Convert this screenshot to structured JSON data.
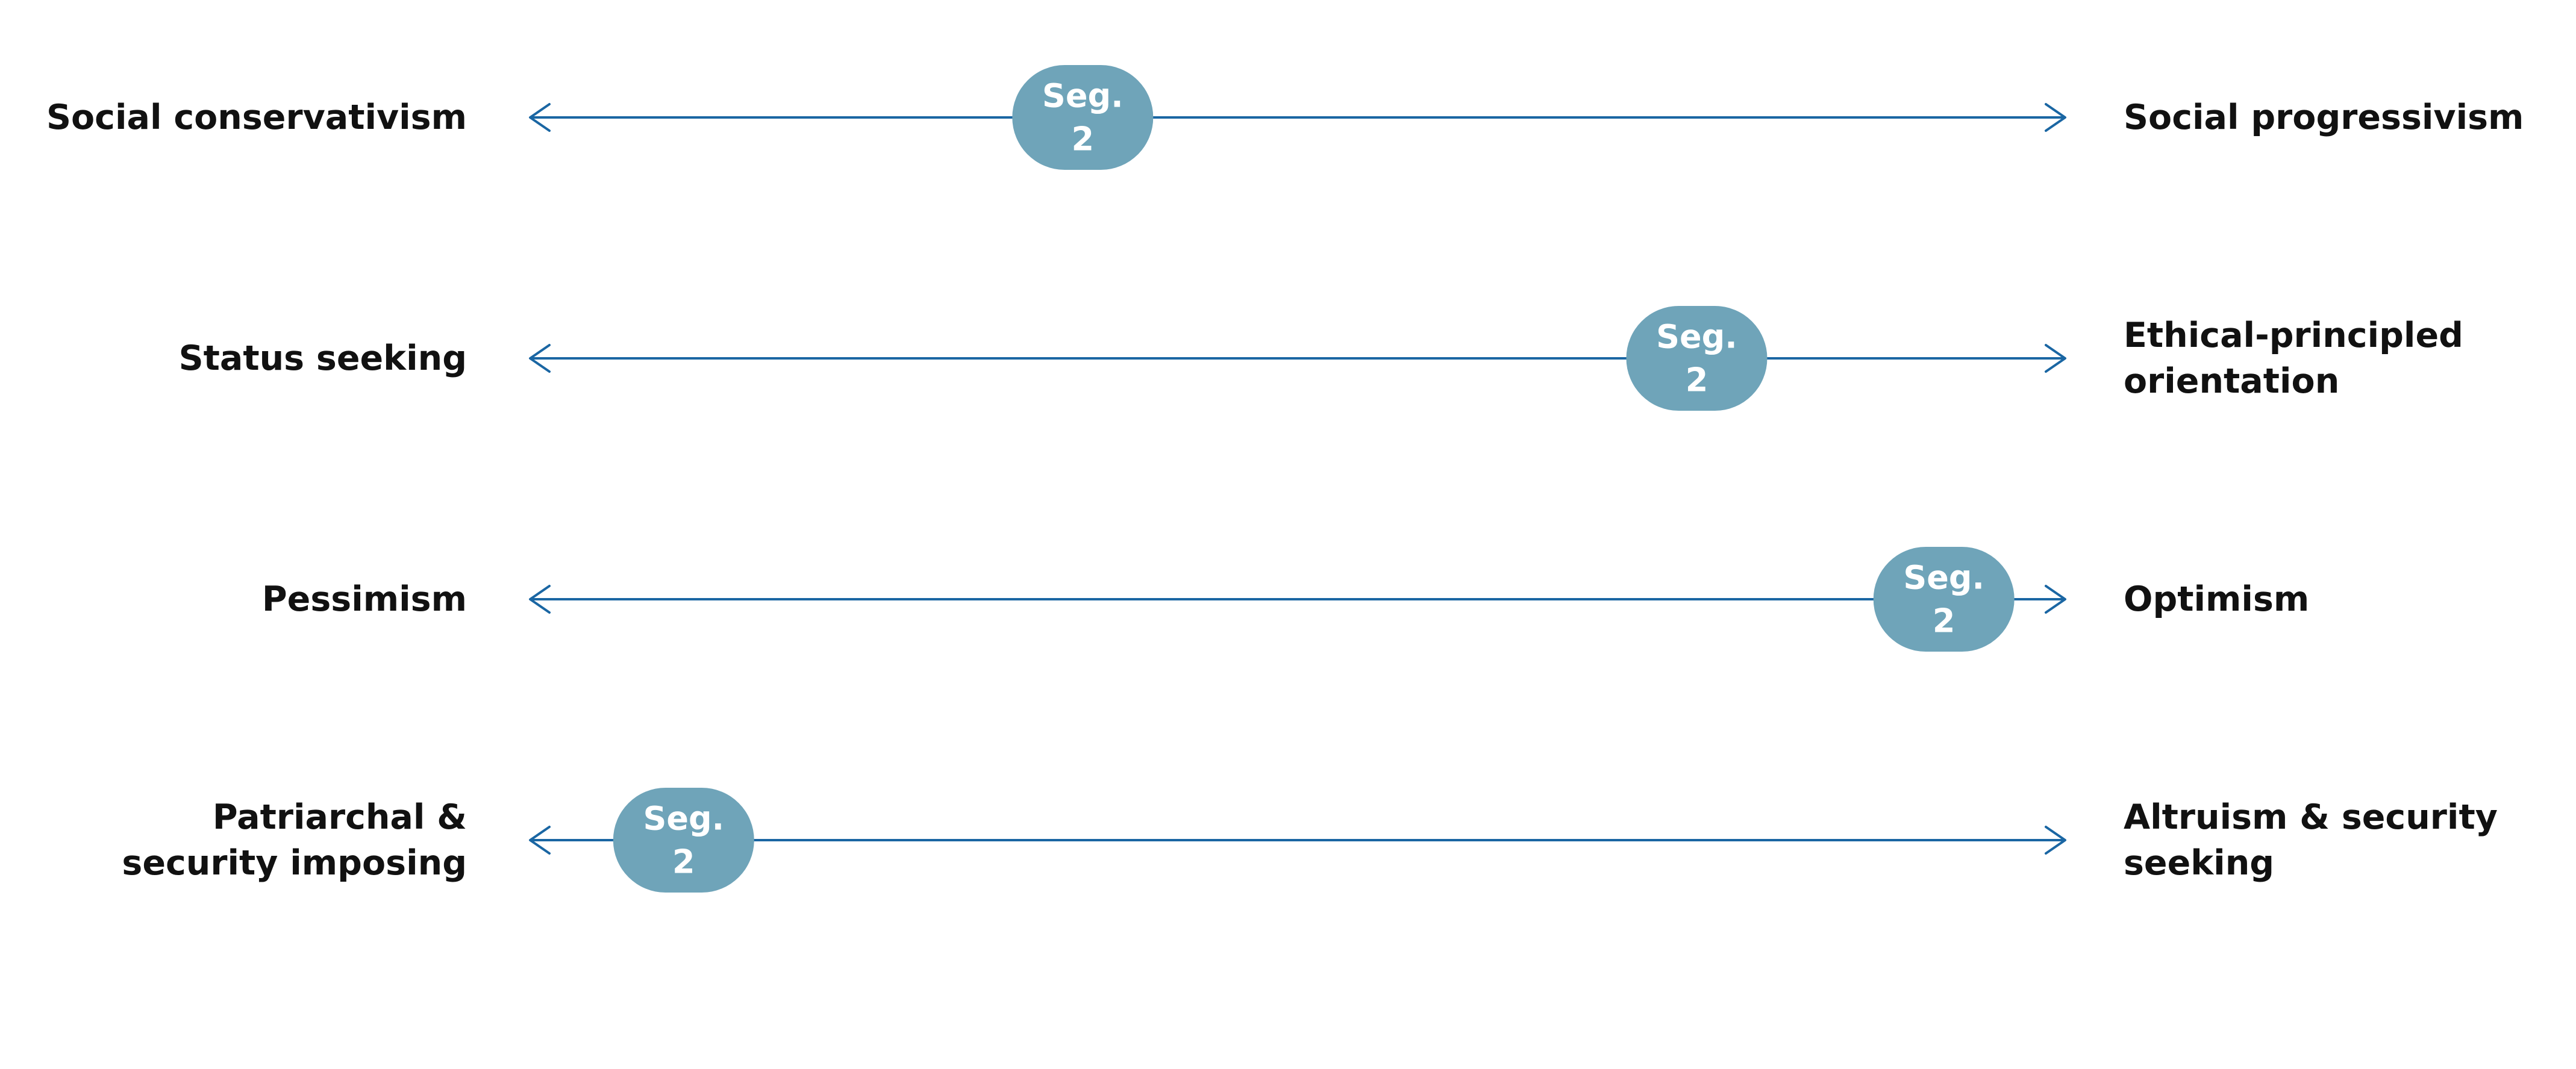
{
  "colors": {
    "axis": "#1a66a3",
    "marker_fill": "#6fa4b9",
    "marker_text": "#ffffff",
    "label_text": "#111111"
  },
  "marker_label_lines": [
    "Seg.",
    "2"
  ],
  "scales": [
    {
      "left_label_lines": [
        "Social conservativism"
      ],
      "right_label_lines": [
        "Social progressivism"
      ],
      "marker_position": 0.36
    },
    {
      "left_label_lines": [
        "Status seeking"
      ],
      "right_label_lines": [
        "Ethical-principled",
        "orientation"
      ],
      "marker_position": 0.76
    },
    {
      "left_label_lines": [
        "Pessimism"
      ],
      "right_label_lines": [
        "Optimism"
      ],
      "marker_position": 0.921
    },
    {
      "left_label_lines": [
        "Patriarchal &",
        "security imposing"
      ],
      "right_label_lines": [
        "Altruism & security",
        "seeking"
      ],
      "marker_position": 0.1
    }
  ]
}
